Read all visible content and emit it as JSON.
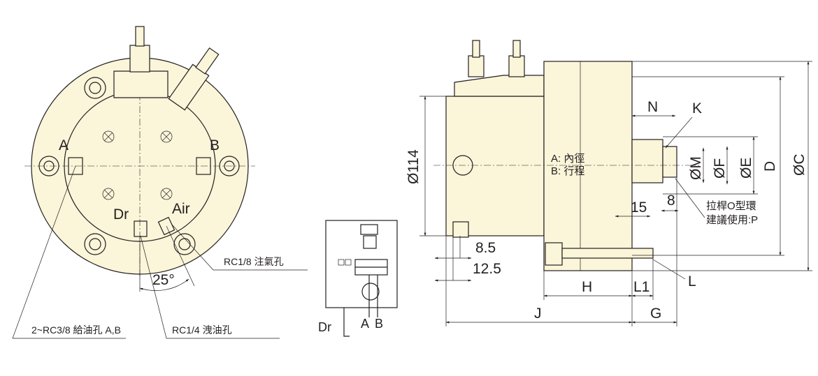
{
  "front_view": {
    "label_a": "A",
    "label_b": "B",
    "label_dr": "Dr",
    "label_air": "Air",
    "angle": "25°",
    "note_supply": "2~RC3/8 給油孔 A,B",
    "note_drain": "RC1/4 洩油孔",
    "note_air": "RC1/8 注氣孔"
  },
  "schematic": {
    "label_dr": "Dr",
    "label_a": "A",
    "label_b": "B"
  },
  "side_view": {
    "dia_114": "Ø114",
    "dim_n": "N",
    "dim_k": "K",
    "dim_m": "ØM",
    "dim_f": "ØF",
    "dim_e": "ØE",
    "dim_d": "D",
    "dim_c": "ØC",
    "dim_15": "15",
    "dim_8": "8",
    "dim_8_5": "8.5",
    "dim_12_5": "12.5",
    "dim_h": "H",
    "dim_l1": "L1",
    "dim_l": "L",
    "dim_j": "J",
    "dim_g": "G",
    "note_a": "A: 內徑",
    "note_b": "B: 行程",
    "oring_line1": "拉桿O型環",
    "oring_line2": "建議使用:P"
  },
  "colors": {
    "body_fill": "#fbf5d9",
    "line": "#231f20"
  }
}
